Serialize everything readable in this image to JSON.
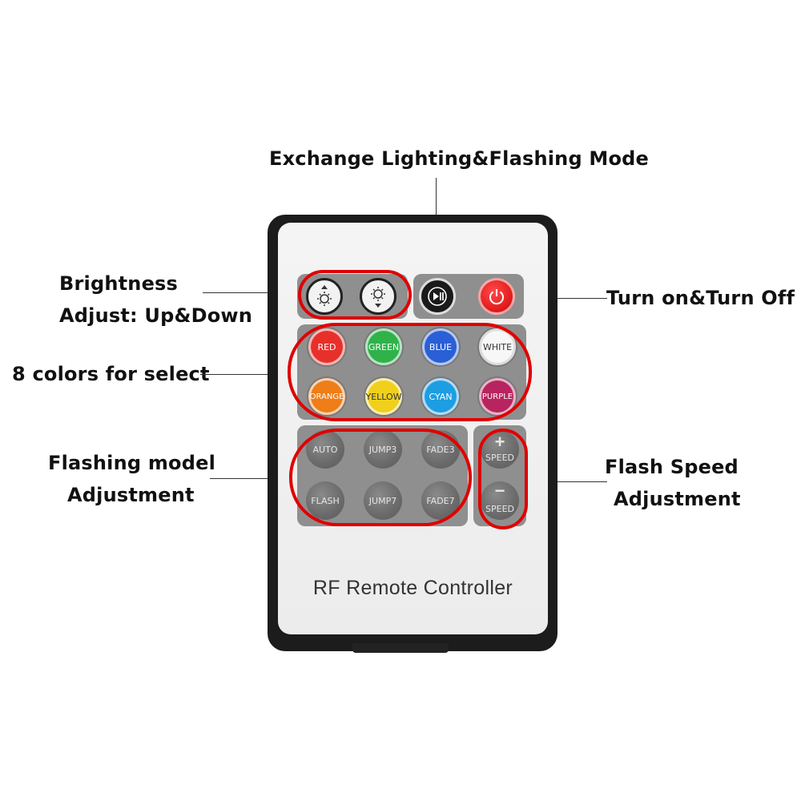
{
  "callouts": {
    "mode": "Exchange Lighting&Flashing Mode",
    "brightness_1": "Brightness",
    "brightness_2": "Adjust: Up&Down",
    "power": "Turn on&Turn Off",
    "colors": "8 colors for select",
    "flashing_1": "Flashing model",
    "flashing_2": "Adjustment",
    "speed_1": "Flash Speed",
    "speed_2": "Adjustment"
  },
  "remote": {
    "footer": "RF Remote Controller",
    "color_buttons": [
      {
        "label": "RED",
        "color": "#e8302a"
      },
      {
        "label": "GREEN",
        "color": "#2fb24a"
      },
      {
        "label": "BLUE",
        "color": "#2a5fd6"
      },
      {
        "label": "WHITE",
        "color": "#f7f7f7"
      },
      {
        "label": "ORANGE",
        "color": "#ef7d18"
      },
      {
        "label": "YELLOW",
        "color": "#f0d01c"
      },
      {
        "label": "CYAN",
        "color": "#1d9ee3"
      },
      {
        "label": "PURPLE",
        "color": "#b8245f"
      }
    ],
    "mode_buttons": [
      "AUTO",
      "JUMP3",
      "FADE3",
      "FLASH",
      "JUMP7",
      "FADE7"
    ],
    "speed": {
      "up_sign": "+",
      "down_sign": "−",
      "label": "SPEED"
    },
    "accent_color": "#e00000"
  }
}
